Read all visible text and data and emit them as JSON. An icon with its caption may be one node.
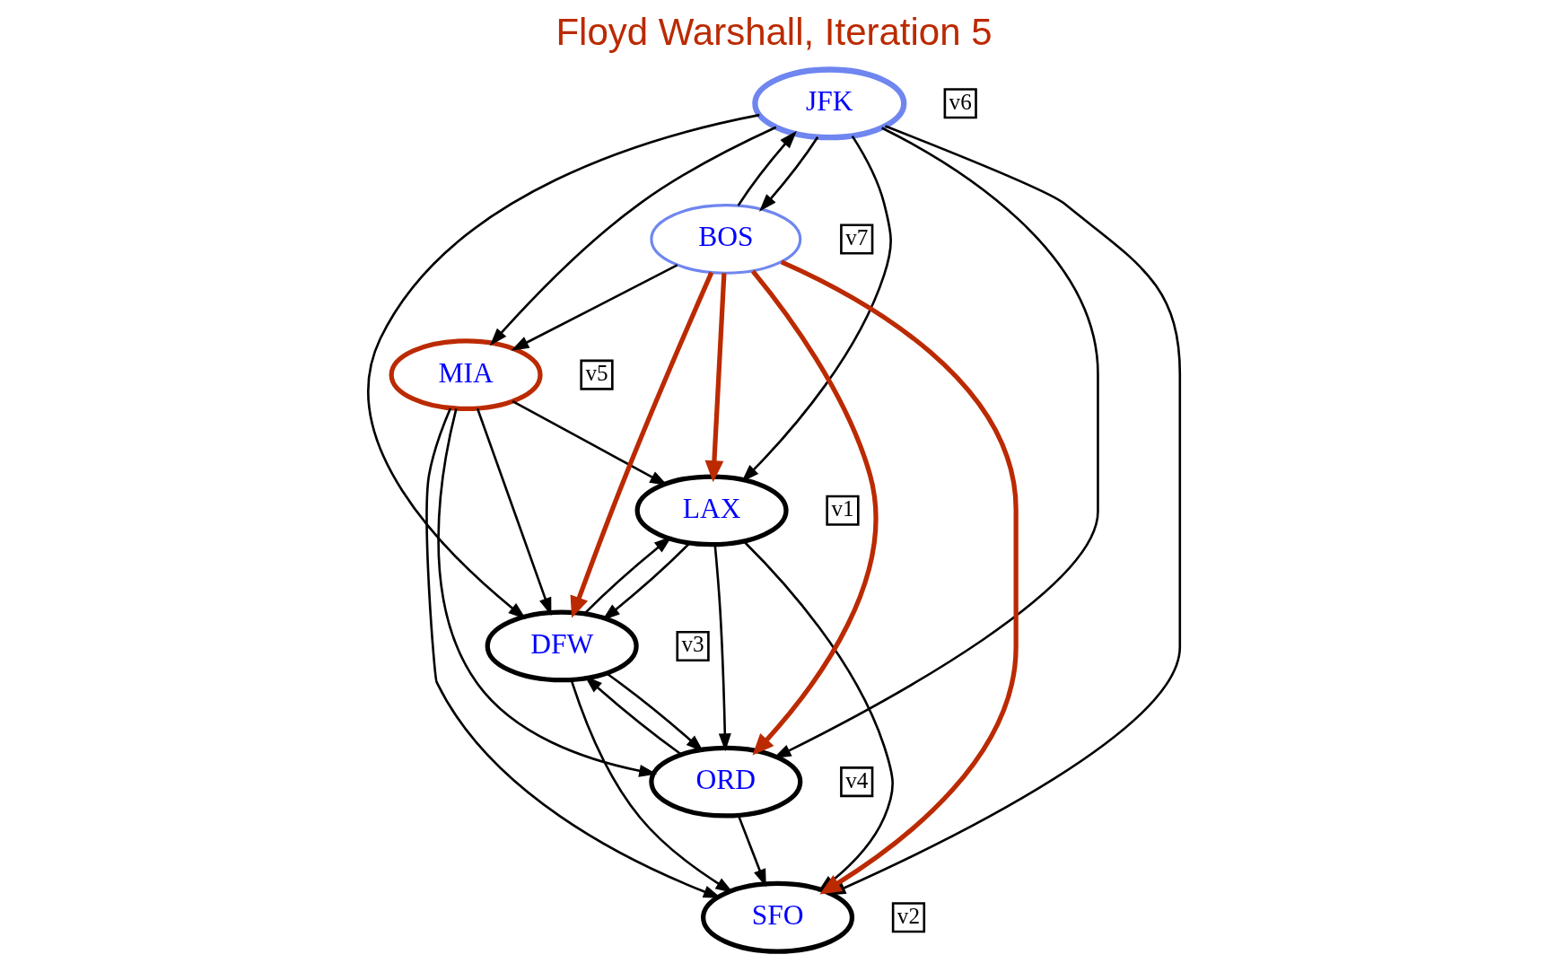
{
  "diagram": {
    "title": "Floyd Warshall, Iteration 5",
    "nodes": [
      {
        "text": [
          "LAX"
        ],
        "beside": [
          "v1"
        ]
      },
      {
        "text": [
          "SFO"
        ],
        "beside": [
          "v2"
        ]
      },
      {
        "text": [
          "DFW"
        ],
        "beside": [
          "v3"
        ]
      },
      {
        "text": [
          "ORD"
        ],
        "beside": [
          "v4"
        ]
      },
      {
        "text": [
          "MIA"
        ],
        "beside": [
          "v5"
        ]
      },
      {
        "text": [
          "JFK"
        ],
        "beside": [
          "v6"
        ]
      },
      {
        "text": [
          "BOS"
        ],
        "beside": [
          "v7"
        ]
      }
    ],
    "edges": [
      {
        "from": 3,
        "to": 1,
        "arrow": "to"
      },
      {
        "from": 5,
        "to": 1,
        "arrow": "to"
      },
      {
        "from": 6,
        "to": 1,
        "arrow": "to",
        "style": "thick",
        "color": "#bb2a00"
      },
      {
        "from": 6,
        "to": 3,
        "arrow": "to",
        "style": "thick",
        "color": "#bb2a00"
      },
      {
        "from": 6,
        "to": 2,
        "arrow": "to",
        "style": "thick",
        "color": "#bb2a00"
      },
      {
        "from": 6,
        "to": 0,
        "arrow": "to",
        "style": "thick",
        "color": "#bb2a00"
      },
      {
        "from": 0,
        "to": 1,
        "arrow": "to"
      },
      {
        "from": 4,
        "to": 1,
        "arrow": "to"
      },
      {
        "from": 2,
        "to": 1,
        "arrow": "to"
      },
      {
        "from": 0,
        "to": 3,
        "arrow": "to"
      },
      {
        "from": 0,
        "to": 2,
        "arrow": "to"
      },
      {
        "from": 2,
        "to": 0,
        "arrow": "to"
      },
      {
        "from": 5,
        "to": 0,
        "arrow": "to"
      },
      {
        "from": 3,
        "to": 2,
        "arrow": "to"
      },
      {
        "from": 2,
        "to": 3,
        "arrow": "to"
      },
      {
        "from": 5,
        "to": 3,
        "arrow": "to"
      },
      {
        "from": 4,
        "to": 3,
        "arrow": "to"
      },
      {
        "from": 5,
        "to": 2,
        "arrow": "to"
      },
      {
        "from": 4,
        "to": 2,
        "arrow": "to"
      },
      {
        "from": 4,
        "to": 0,
        "arrow": "to"
      },
      {
        "from": 6,
        "to": 5,
        "arrow": "to"
      },
      {
        "from": 5,
        "to": 6,
        "arrow": "to"
      },
      {
        "from": 5,
        "to": 4,
        "arrow": "to"
      },
      {
        "from": 6,
        "to": 4,
        "arrow": "to"
      }
    ]
  }
}
